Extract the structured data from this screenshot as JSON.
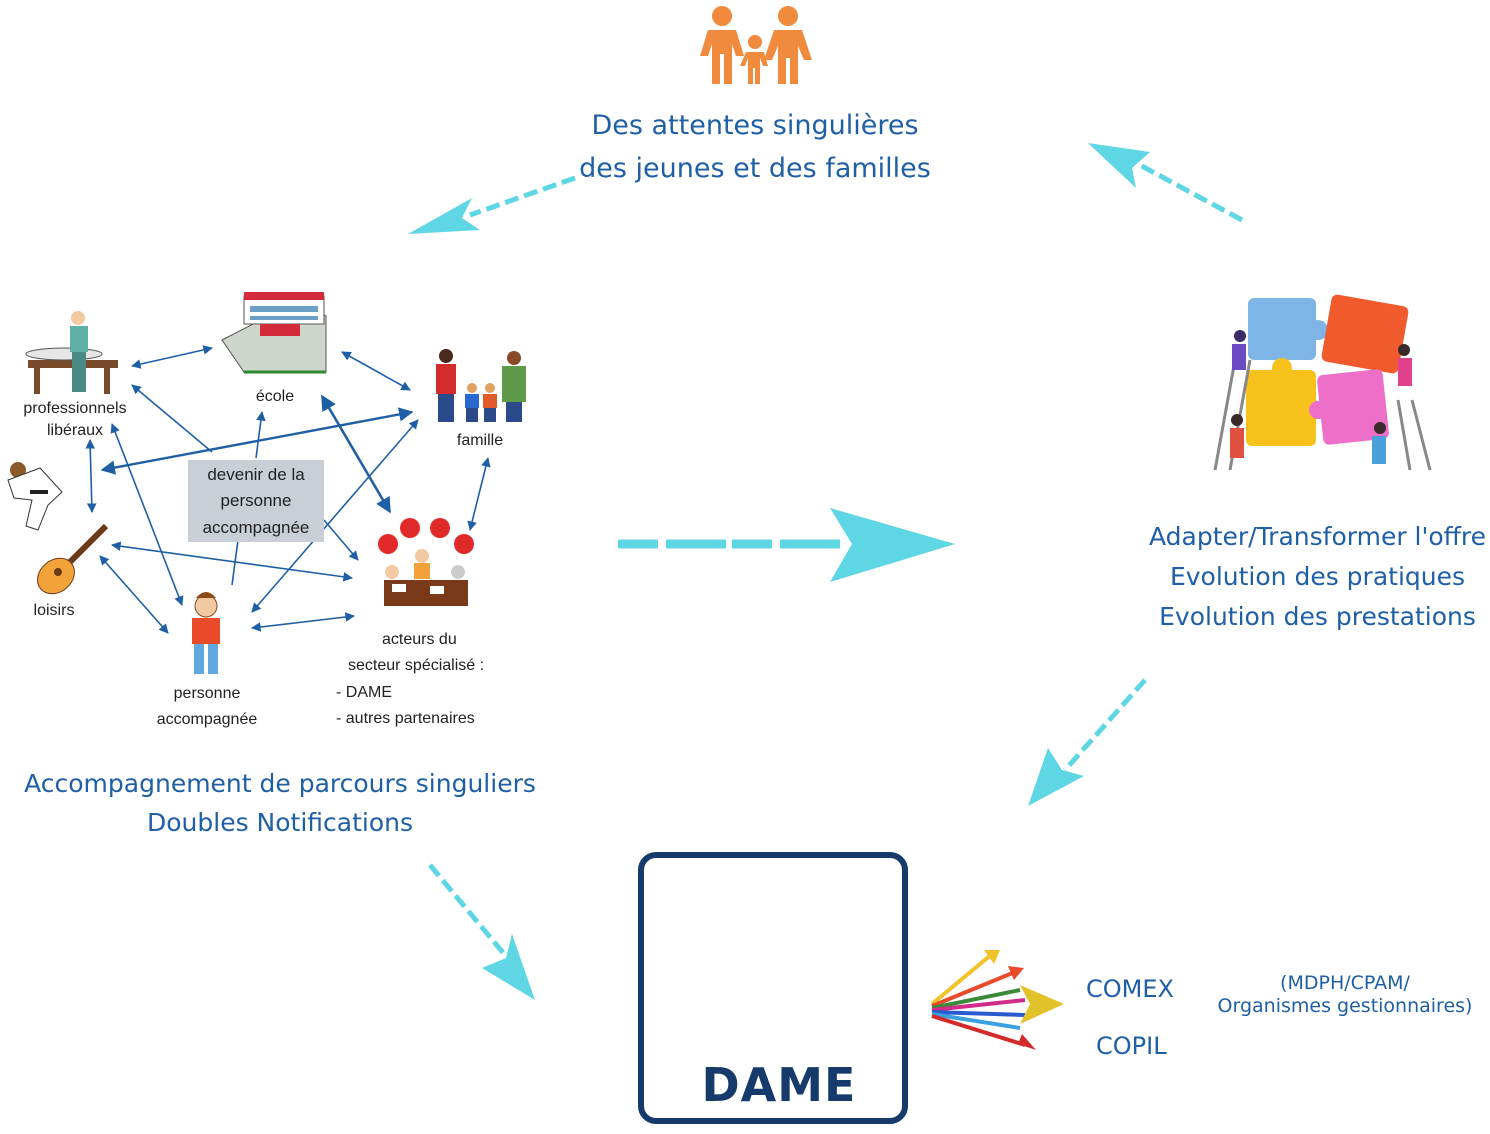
{
  "top": {
    "icon": "family-icon",
    "line1": "Des attentes singulières",
    "line2": "des jeunes et des familles"
  },
  "right": {
    "icon": "puzzle-teamwork-icon",
    "line1": "Adapter/Transformer l'offre",
    "line2": "Evolution des pratiques",
    "line3": "Evolution des prestations"
  },
  "left": {
    "line1": "Accompagnement de parcours singuliers",
    "line2": "Doubles Notifications",
    "center_box": {
      "line1": "devenir de la",
      "line2": "personne",
      "line3": "accompagnée"
    },
    "nodes": {
      "professionnels": {
        "line1": "professionnels",
        "line2": "libéraux",
        "icon": "massage-therapist-icon"
      },
      "ecole": {
        "label": "école",
        "icon": "school-icon"
      },
      "famille": {
        "label": "famille",
        "icon": "family-icon"
      },
      "loisirs": {
        "label": "loisirs",
        "icon": "guitar-icon"
      },
      "personne": {
        "line1": "personne",
        "line2": "accompagnée",
        "icon": "child-icon"
      },
      "acteurs": {
        "line1": "acteurs du",
        "line2": "secteur spécialisé :",
        "line3": "- DAME",
        "line4": "- autres partenaires",
        "icon": "meeting-table-icon"
      }
    }
  },
  "dame": {
    "label": "DAME",
    "icon": "construction-crane-icon"
  },
  "governance": {
    "comex": "COMEX",
    "copil": "COPIL",
    "org_line1": "(MDPH/CPAM/",
    "org_line2": "Organismes gestionnaires)"
  },
  "colors": {
    "text_blue": "#1f5fa6",
    "arrow_cyan": "#5fd6e3",
    "frame_navy": "#163a6b",
    "network_blue": "#1f5fa6"
  }
}
